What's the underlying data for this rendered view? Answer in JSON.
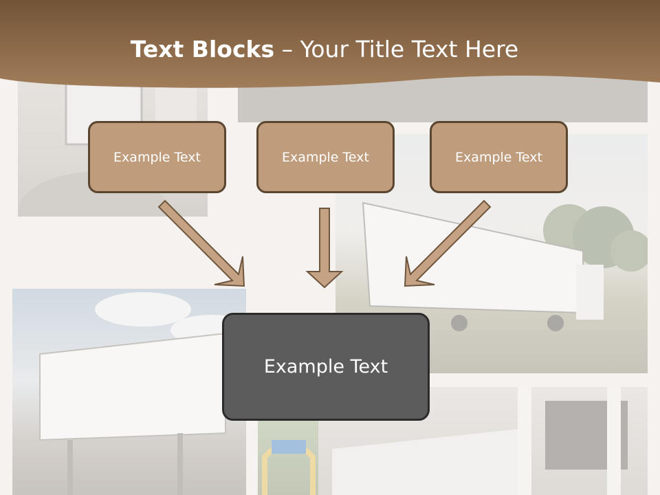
{
  "title": {
    "bold": "Text Blocks",
    "dash": " – ",
    "rest": "Your Title Text Here"
  },
  "boxes": [
    "Example Text",
    "Example Text",
    "Example Text"
  ],
  "center_box": "Example Text",
  "colors": {
    "header": "#8a6a4e",
    "box_fill": "#bf9c7c",
    "box_border": "#5a4531",
    "center_fill": "#5c5c5c"
  }
}
